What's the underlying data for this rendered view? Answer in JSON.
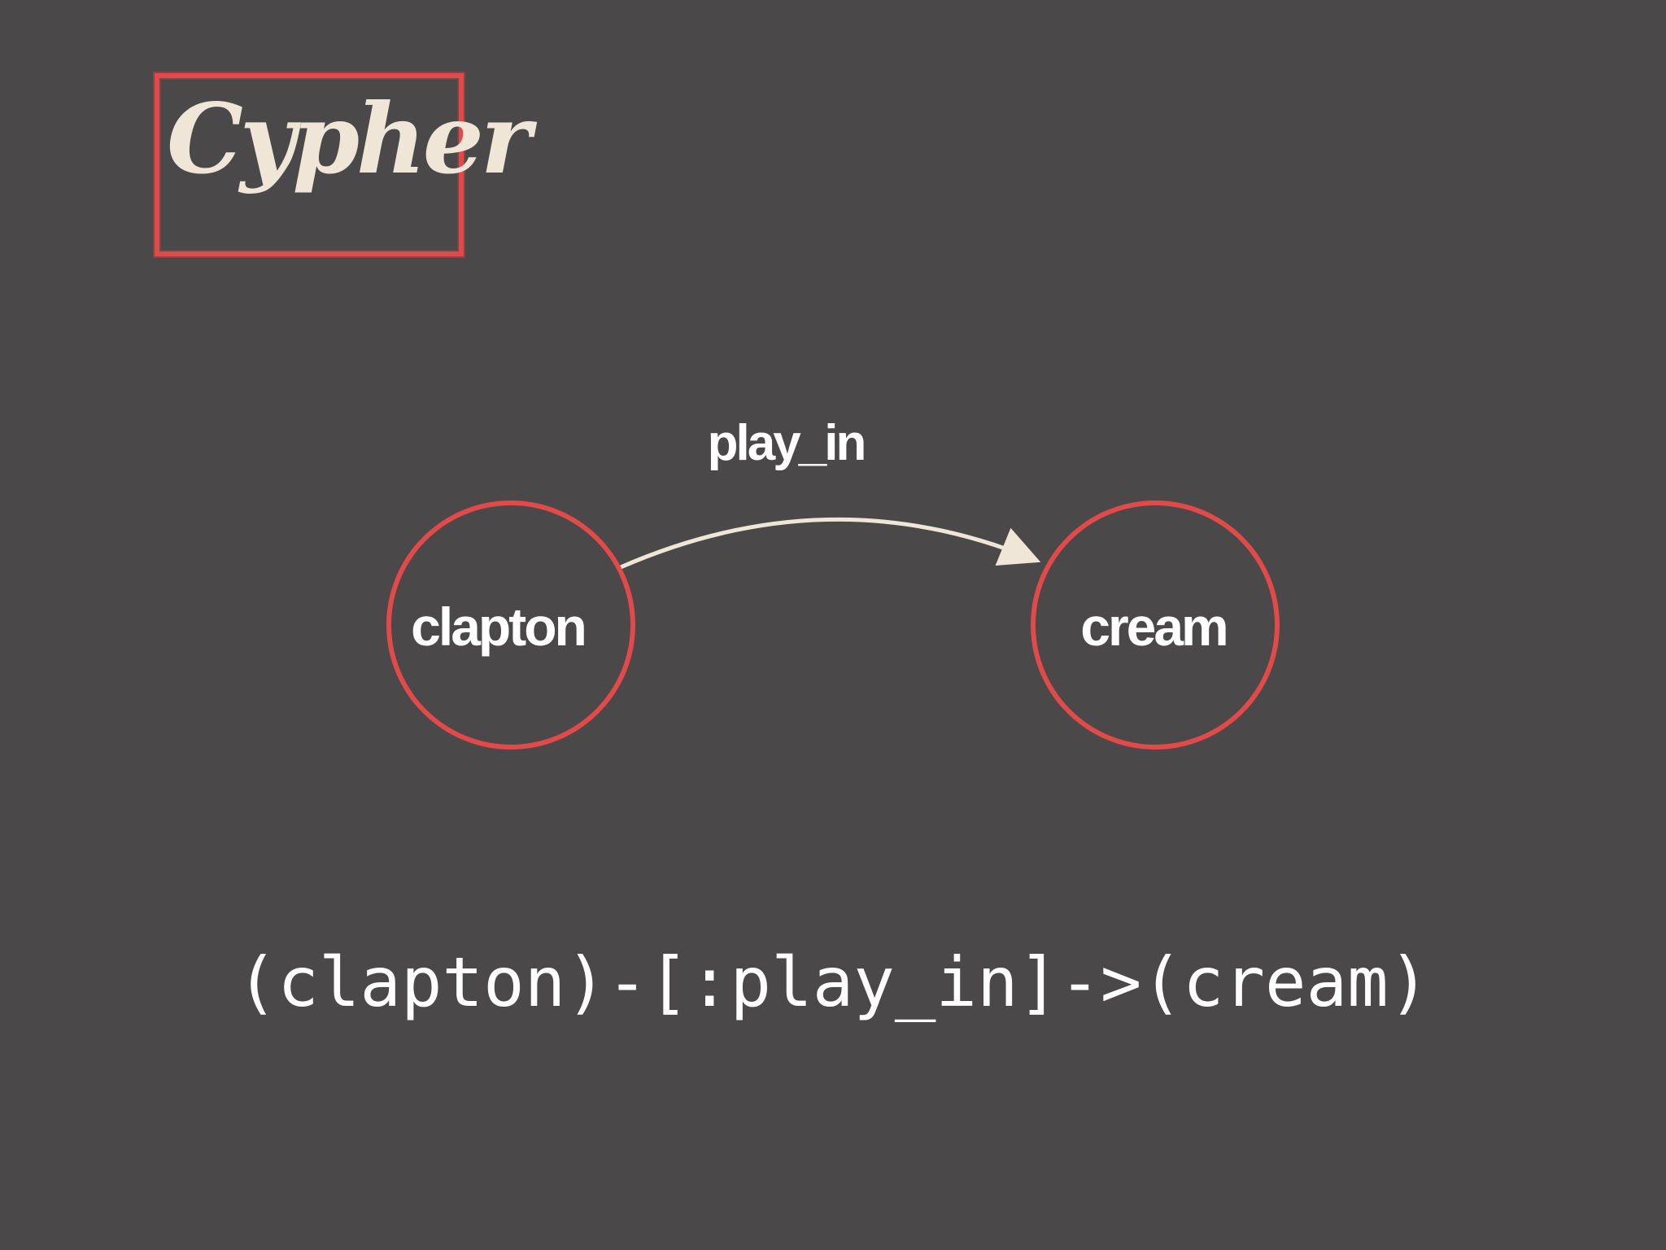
{
  "title": "Cypher",
  "diagram": {
    "nodes": [
      {
        "id": "clapton",
        "label": "clapton"
      },
      {
        "id": "cream",
        "label": "cream"
      }
    ],
    "edges": [
      {
        "from": "clapton",
        "to": "cream",
        "label": "play_in"
      }
    ]
  },
  "query": "(clapton)-[:play_in]->(cream)",
  "colors": {
    "background": "#4a4849",
    "accent": "#e24a4a",
    "edge": "#efe6d7",
    "text": "#ffffff"
  }
}
